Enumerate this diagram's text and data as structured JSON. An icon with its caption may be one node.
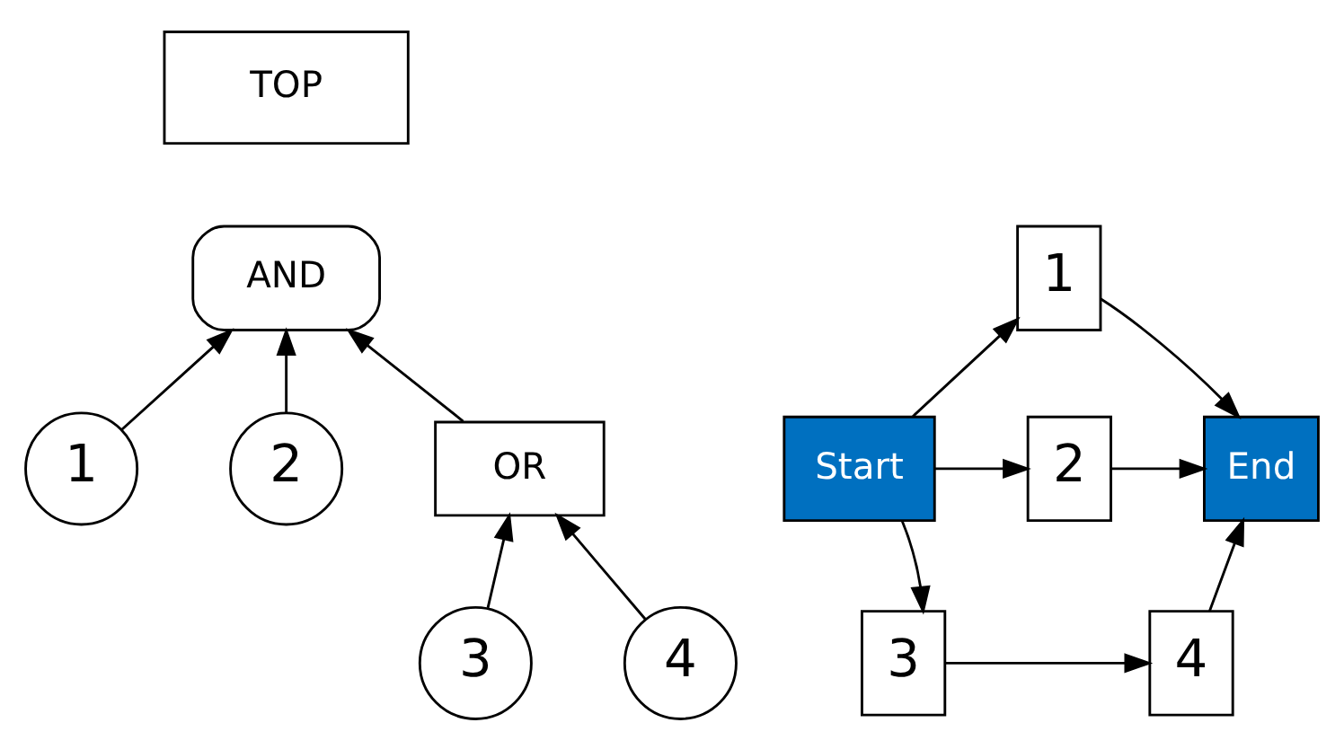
{
  "diagram": {
    "nodes": [
      {
        "text": [
          "TOP"
        ]
      },
      {
        "text": [
          "AND"
        ]
      },
      {
        "text": [
          "1"
        ]
      },
      {
        "text": [
          "2"
        ]
      },
      {
        "text": [
          "OR"
        ]
      },
      {
        "text": [
          "3"
        ]
      },
      {
        "text": [
          "4"
        ]
      },
      {
        "text": [
          "Start"
        ]
      },
      {
        "text": [
          "1"
        ]
      },
      {
        "text": [
          "2"
        ]
      },
      {
        "text": [
          "3"
        ]
      },
      {
        "text": [
          "4"
        ]
      },
      {
        "text": [
          "End"
        ]
      }
    ],
    "edges": [
      {
        "from": 2,
        "to": 1,
        "arrow": "to"
      },
      {
        "from": 3,
        "to": 1,
        "arrow": "to"
      },
      {
        "from": 4,
        "to": 1,
        "arrow": "to"
      },
      {
        "from": 5,
        "to": 4,
        "arrow": "to"
      },
      {
        "from": 6,
        "to": 4,
        "arrow": "to"
      },
      {
        "from": 7,
        "to": 8,
        "arrow": "to"
      },
      {
        "from": 7,
        "to": 9,
        "arrow": "to"
      },
      {
        "from": 7,
        "to": 10,
        "arrow": "to"
      },
      {
        "from": 10,
        "to": 11,
        "arrow": "to"
      },
      {
        "from": 8,
        "to": 12,
        "arrow": "to"
      },
      {
        "from": 9,
        "to": 12,
        "arrow": "to"
      },
      {
        "from": 11,
        "to": 12,
        "arrow": "to"
      }
    ]
  }
}
